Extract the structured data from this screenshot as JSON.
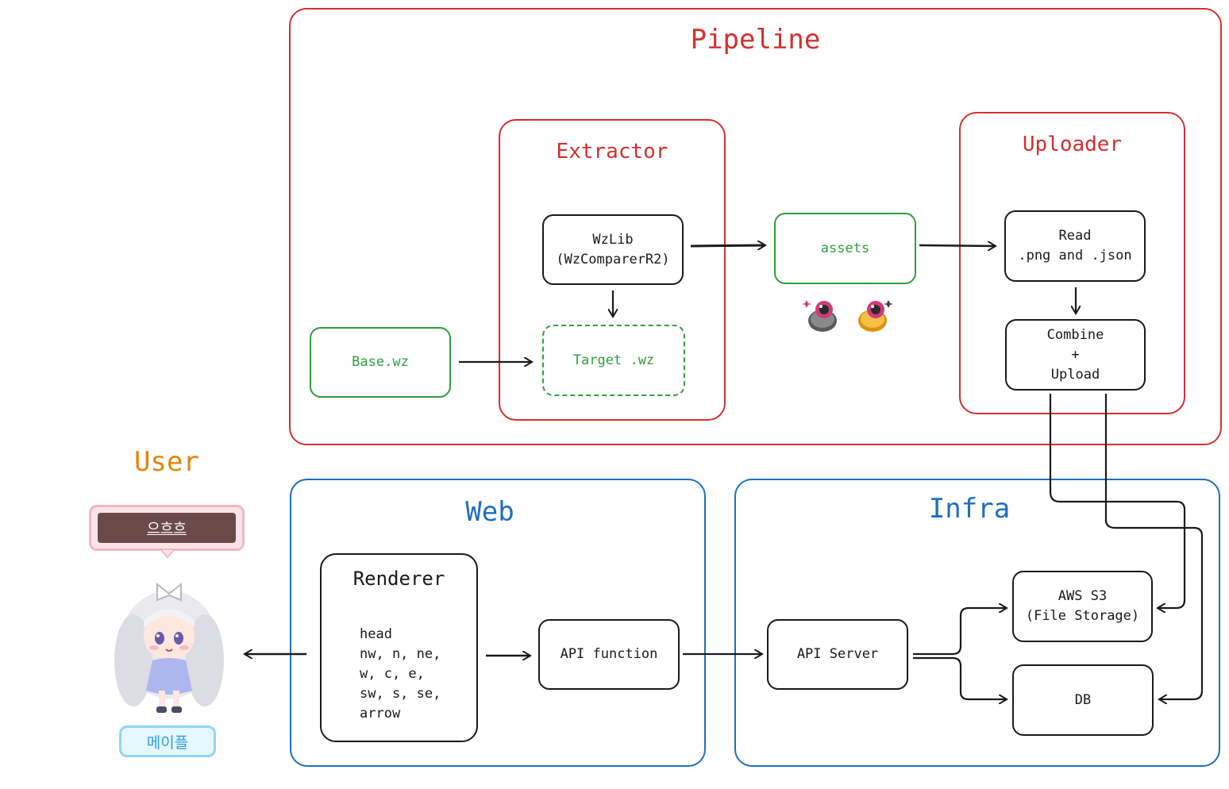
{
  "groups": {
    "pipeline": "Pipeline",
    "extractor": "Extractor",
    "uploader": "Uploader",
    "web": "Web",
    "infra": "Infra"
  },
  "nodes": {
    "base_wz": "Base.wz",
    "wzlib": "WzLib\n(WzComparerR2)",
    "target_wz": "Target .wz",
    "assets": "assets",
    "read": "Read\n.png and .json",
    "combine": "Combine\n+\nUpload",
    "renderer_title": "Renderer",
    "renderer_parts": "head\nnw, n, ne,\nw, c, e,\nsw, s, se,\narrow",
    "api_function": "API function",
    "api_server": "API Server",
    "aws_s3": "AWS S3\n(File Storage)",
    "db": "DB"
  },
  "user": {
    "title": "User",
    "speech_bubble": "으흐흐",
    "name_tag": "메이플"
  },
  "colors": {
    "pipeline_red": "#d62f2f",
    "web_infra_blue": "#1f6fbf",
    "asset_green": "#2e9e3c",
    "user_orange": "#e0870c"
  }
}
